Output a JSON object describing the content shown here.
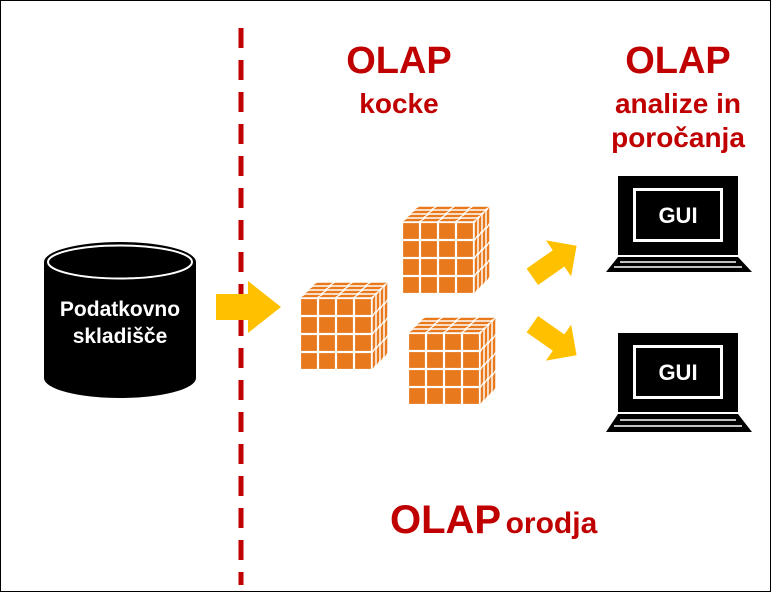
{
  "storage": {
    "line1": "Podatkovno",
    "line2": "skladišče"
  },
  "cubes_heading": {
    "title": "OLAP",
    "subtitle": "kocke"
  },
  "analysis_heading": {
    "title": "OLAP",
    "line1": "analize in",
    "line2": "poročanja"
  },
  "terminal_top": {
    "label": "GUI"
  },
  "terminal_bottom": {
    "label": "GUI"
  },
  "footer": {
    "title": "OLAP",
    "subtitle": "orodja"
  },
  "colors": {
    "accent_red": "#c00000",
    "cube_orange": "#e8791d",
    "arrow_yellow": "#ffc000",
    "dark": "#000000",
    "light_text": "#ffffff"
  }
}
